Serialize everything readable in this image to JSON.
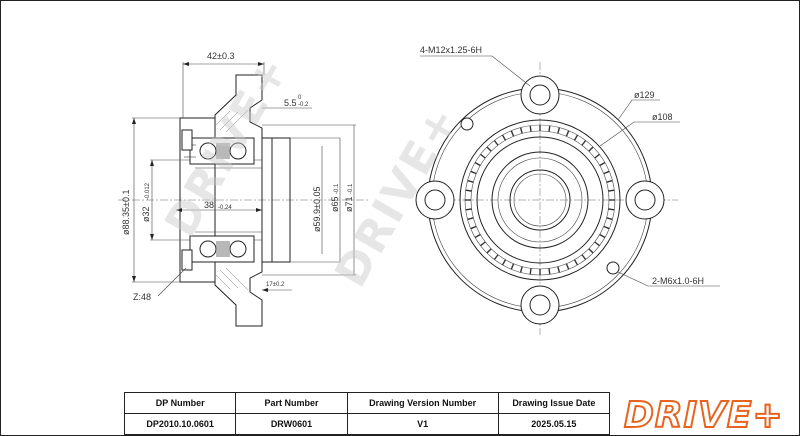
{
  "left_view": {
    "dim_width": "42±0.3",
    "dim_flange": "5.5",
    "dim_flange_tol_top": "0",
    "dim_flange_tol_bot": "-0.2",
    "dim_bore_outer": "ø88.35±0.1",
    "dim_bore_inner": "ø32",
    "dim_bore_inner_tol": "-0.012",
    "dim_bearing_width": "38",
    "dim_bearing_width_tol": "-0.24",
    "dim_pilot": "ø59.9±0.05",
    "dim_hub": "ø65",
    "dim_hub_tol": "-0.1",
    "dim_flange_dia": "ø71",
    "dim_flange_dia_tol": "-0.1",
    "dim_offset": "17±0.2",
    "teeth": "Z:48"
  },
  "right_view": {
    "bolt_holes": "4-M12x1.25-6H",
    "dia_129": "ø129",
    "dia_108": "ø108",
    "screw_holes": "2-M6x1.0-6H"
  },
  "watermark": "DRIVE+",
  "title_block": {
    "headers": [
      "DP Number",
      "Part Number",
      "Drawing Version Number",
      "Drawing Issue Date"
    ],
    "values": [
      "DP2010.10.0601",
      "DRW0601",
      "V1",
      "2025.05.15"
    ]
  },
  "logo": {
    "text": "DRIVE+",
    "color": "#e8641e"
  }
}
